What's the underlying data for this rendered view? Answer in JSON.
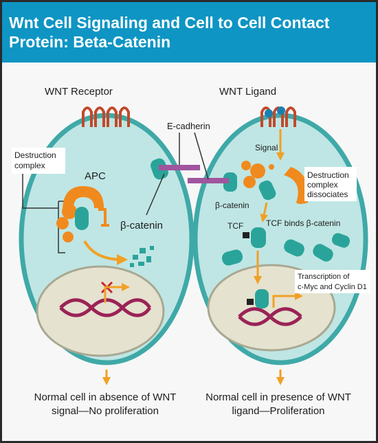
{
  "title_line1": "Wnt Cell Signaling and Cell to Cell Contact",
  "title_line2": "Protein: Beta-Catenin",
  "left_cell": {
    "receptor_label": "WNT Receptor",
    "destruction_label_1": "Destruction",
    "destruction_label_2": "complex",
    "apc_label": "APC",
    "beta_catenin_label": "β-catenin",
    "caption_line1": "Normal cell in absence of WNT",
    "caption_line2": "signal—No proliferation"
  },
  "middle": {
    "ecadherin_label": "E-cadherin"
  },
  "right_cell": {
    "ligand_label": "WNT Ligand",
    "signal_label": "Signal",
    "destruction_label_1": "Destruction",
    "destruction_label_2": "complex",
    "destruction_label_3": "dissociates",
    "beta_catenin_label": "β-catenin",
    "tcf_label": "TCF",
    "tcf_binds_label": "TCF binds β-catenin",
    "transcription_label_1": "Transcription of",
    "transcription_label_2": "c-Myc and Cyclin D1",
    "caption_line1": "Normal cell in presence of WNT",
    "caption_line2": "ligand—Proliferation"
  },
  "colors": {
    "header": "#0e95c4",
    "cytoplasm": "#bfe6e4",
    "membrane": "#3fa9a8",
    "nucleus": "#e5e2cf",
    "protein_teal": "#2aa49a",
    "apc_orange": "#f08a1e",
    "dna_red": "#9a2356",
    "ecadherin": "#a0559e",
    "arrow": "#f2a024"
  }
}
